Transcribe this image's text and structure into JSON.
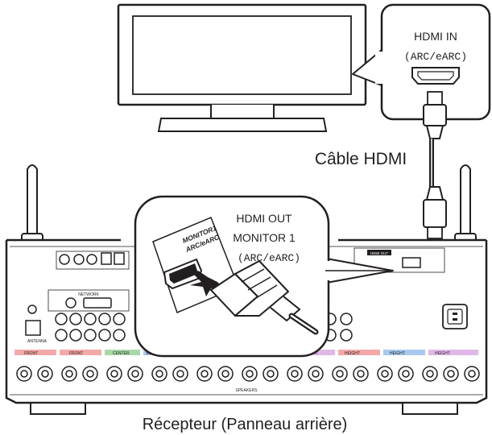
{
  "tv_port": {
    "title": "HDMI IN",
    "subtitle": "(ARC/eARC)"
  },
  "cable_label": "Câble HDMI",
  "receiver_port": {
    "title_line1": "HDMI OUT",
    "title_line2": "MONITOR 1",
    "subtitle": "(ARC/eARC)",
    "panel_text_line1": "MONITOR1",
    "panel_text_line2": "ARC/eARC"
  },
  "panel_marks": {
    "hdmi_out": "HDMI OUT",
    "network": "NETWORK",
    "antenna": "ANTENNA",
    "front": "FRONT",
    "center": "CENTER",
    "surround": "SURROUND",
    "height": "HEIGHT",
    "speakers": "SPEAKERS"
  },
  "caption": "Récepteur (Panneau arrière)",
  "colors": {
    "line": "#231f20",
    "front_band": "#f4a8a8",
    "center_band": "#a8d8a8",
    "surround_band": "#a8c8f0",
    "height_band": "#e0b8e8"
  }
}
